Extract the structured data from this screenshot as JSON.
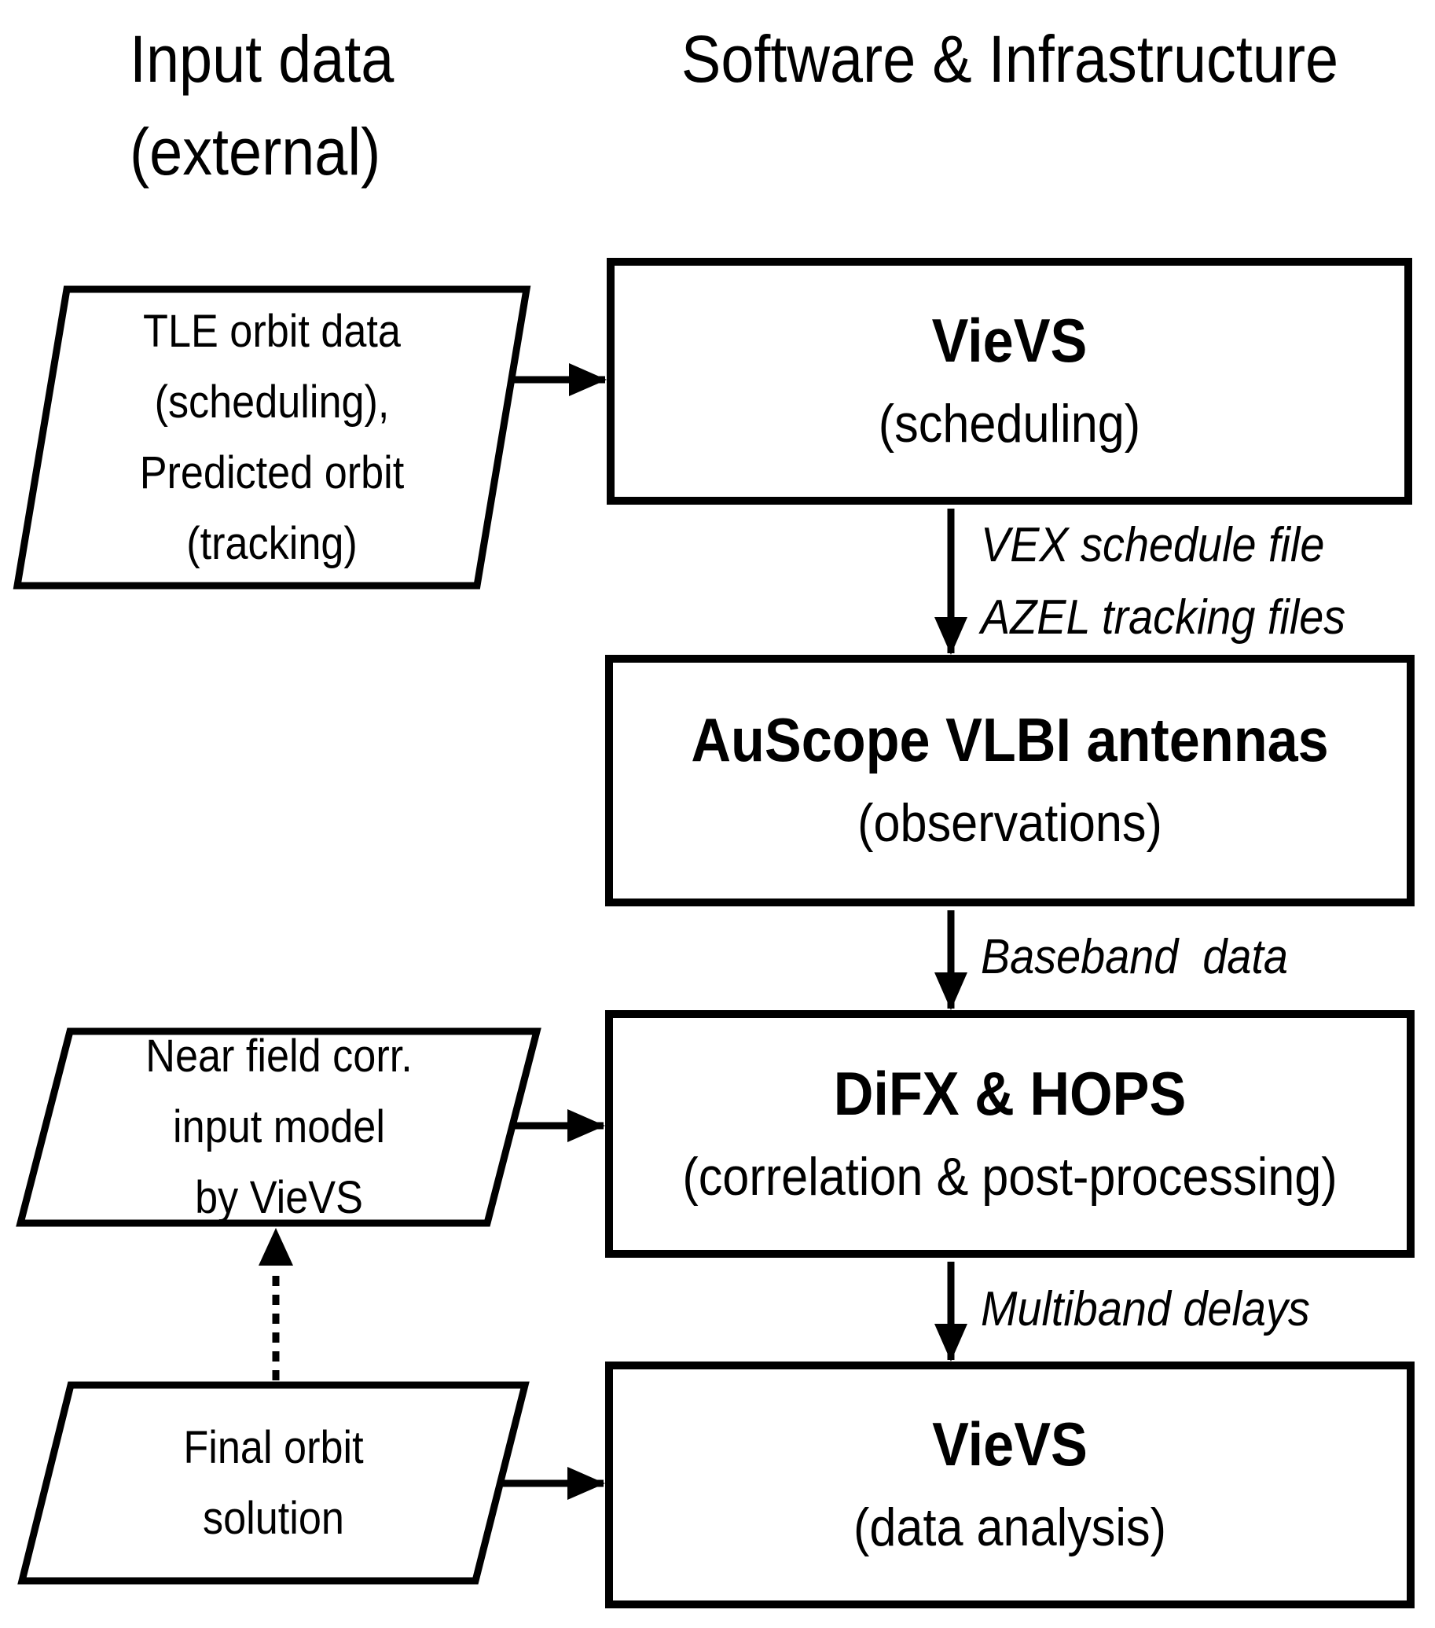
{
  "headers": {
    "left": {
      "lines": [
        "Input data",
        "(external)"
      ]
    },
    "right": {
      "title": "Software & Infrastructure"
    }
  },
  "inputs": {
    "tle_orbit": {
      "lines": [
        "TLE orbit data",
        "(scheduling),",
        "Predicted orbit",
        "(tracking)"
      ]
    },
    "near_field": {
      "lines": [
        "Near field corr.",
        "input model",
        "by VieVS"
      ]
    },
    "final_orbit": {
      "lines": [
        "Final orbit",
        "solution"
      ]
    }
  },
  "software": {
    "vievs_scheduling": {
      "title": "VieVS",
      "subtitle": "(scheduling)"
    },
    "auscope": {
      "title": "AuScope VLBI antennas",
      "subtitle": "(observations)"
    },
    "difx_hops": {
      "title": "DiFX & HOPS",
      "subtitle": "(correlation & post-processing)"
    },
    "vievs_analysis": {
      "title": "VieVS",
      "subtitle": "(data analysis)"
    }
  },
  "flow_labels": {
    "vex": {
      "lines": [
        "VEX schedule file",
        "AZEL tracking files"
      ]
    },
    "baseband": "Baseband  data",
    "multiband": "Multiband delays"
  },
  "colors": {
    "ink": "#000000",
    "background": "#ffffff"
  }
}
